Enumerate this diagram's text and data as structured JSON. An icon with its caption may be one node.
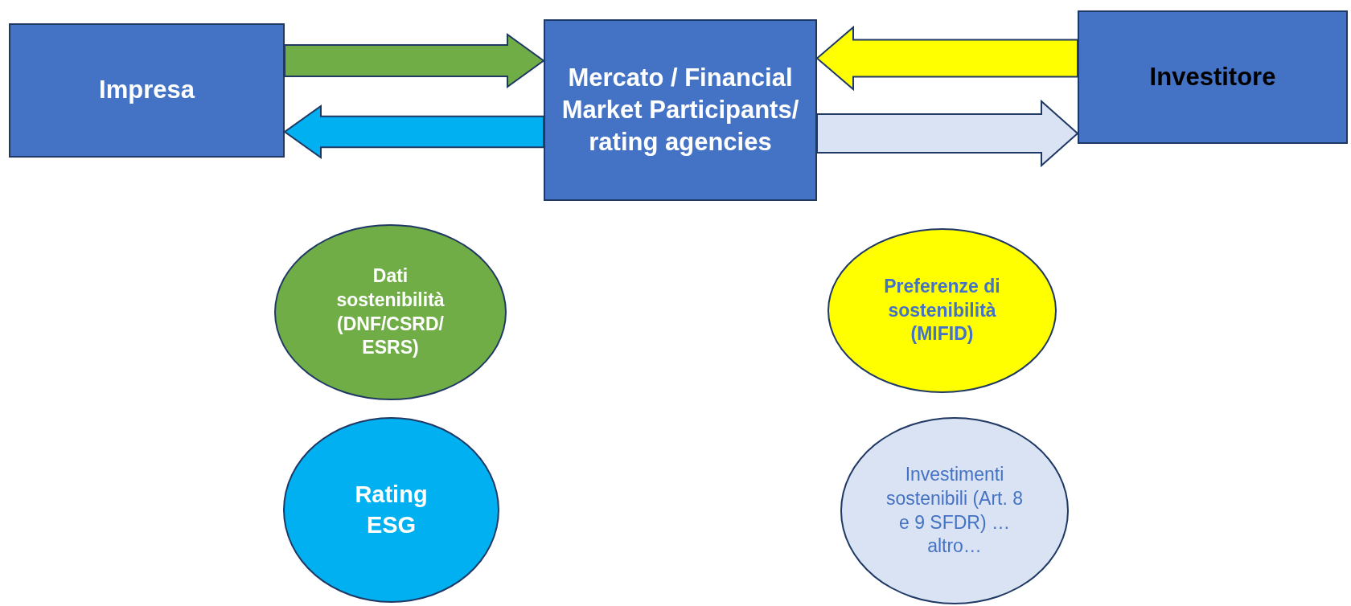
{
  "diagram": {
    "nodes": [
      {
        "text": [
          "Impresa"
        ]
      },
      {
        "text": [
          "Mercato / Financial Market Participants/ rating agencies"
        ]
      },
      {
        "text": [
          "Investitore"
        ]
      },
      {
        "text": [
          "Dati sostenibilità (DNF/CSRD/ ESRS)"
        ]
      },
      {
        "text": [
          "Rating ESG"
        ]
      },
      {
        "text": [
          "Preferenze di sostenibilità (MIFID)"
        ]
      },
      {
        "text": [
          "Investimenti sostenibili (Art. 8 e 9 SFDR) …altro…"
        ]
      }
    ],
    "edges": [
      {
        "from": 0,
        "to": 1,
        "arrow": "to",
        "style": "thick",
        "color": "#70ad47"
      },
      {
        "from": 1,
        "to": 0,
        "arrow": "to",
        "style": "thick",
        "color": "#00b0f0"
      },
      {
        "from": 2,
        "to": 1,
        "arrow": "to",
        "style": "thick",
        "color": "#ffff00"
      },
      {
        "from": 1,
        "to": 2,
        "arrow": "to",
        "style": "thick",
        "color": "#dae3f3"
      }
    ]
  }
}
